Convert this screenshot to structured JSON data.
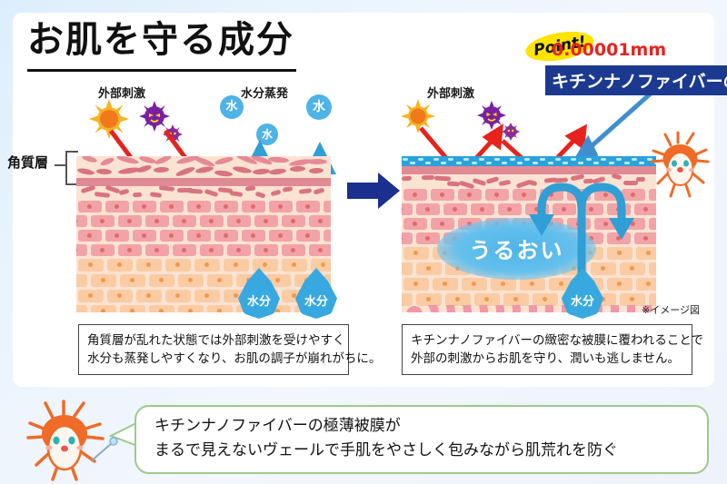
{
  "page": {
    "title": "お肌を守る成分",
    "bg_color": "#e6f2fc",
    "card_color": "#ffffff"
  },
  "left_diagram": {
    "label_external": "外部刺激",
    "label_evaporation": "水分蒸発",
    "label_corneum": "角質層",
    "water_bubbles": [
      "水",
      "水",
      "水"
    ],
    "drops": [
      "水分",
      "水分"
    ],
    "caption": "角質層が乱れた状態では外部刺激を受けやすく\n水分も蒸発しやすくなり、お肌の調子が崩れがちに。",
    "arrow_color": "#e8221c",
    "water_color": "#37a9e0"
  },
  "transition_arrow": {
    "name": "right-arrow",
    "color": "#1b2f8f"
  },
  "right_diagram": {
    "label_external": "外部刺激",
    "point_badge": "Point!",
    "thickness": "0.00001mm",
    "banner": "キチンナノファイバーの被膜",
    "moisture_label": "うるおい",
    "drops": [
      "水分"
    ],
    "caption": "キチンナノファイバーの緻密な被膜に覆われることで\n外部の刺激からお肌を守り、潤いも逃しません。",
    "note": "※イメージ図",
    "banner_color": "#1b3a8f",
    "badge_color": "#ffe400",
    "thickness_color": "#e8221c",
    "film_color": "#2aa3dd"
  },
  "footer_bubble": {
    "text": "キチンナノファイバーの極薄被膜が\nまるで見えないヴェールで手肌をやさしく包みながら肌荒れを防ぐ",
    "border_color": "#9ec98c"
  },
  "mascot": {
    "name": "crab-mascot",
    "color": "#ef6b27"
  }
}
